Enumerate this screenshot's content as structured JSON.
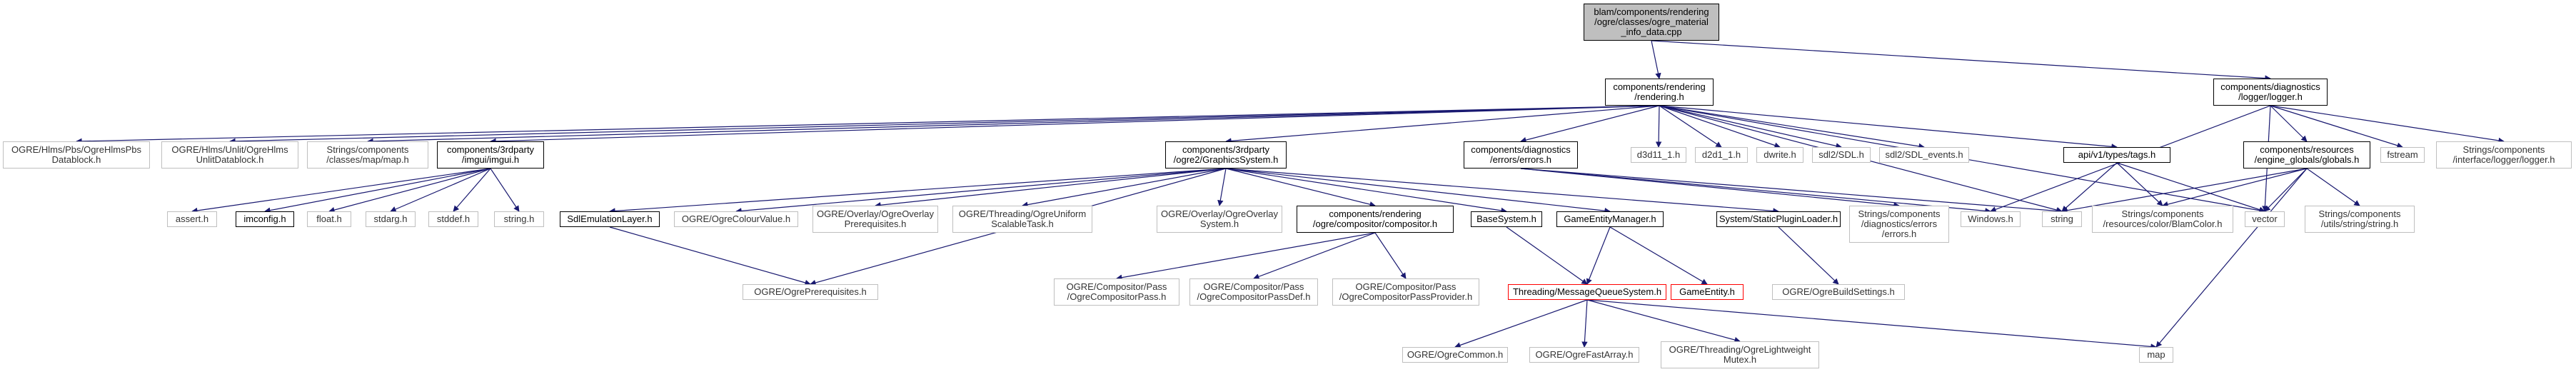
{
  "colors": {
    "edge": "#191970",
    "root_fill": "#bfbfbf",
    "plain_border": "#bfbfbf",
    "documented_border": "#000000",
    "red_border": "#ff0000"
  },
  "nodes": {
    "root": "blam/components/rendering\n/ogre/classes/ogre_material\n_info_data.cpp",
    "rendering_h": "components/rendering\n/rendering.h",
    "logger_h": "components/diagnostics\n/logger/logger.h",
    "hlms_pbs": "OGRE/Hlms/Pbs/OgreHlmsPbs\nDatablock.h",
    "hlms_unlit": "OGRE/Hlms/Unlit/OgreHlms\nUnlitDatablock.h",
    "map_h": "Strings/components\n/classes/map/map.h",
    "imgui_h": "components/3rdparty\n/imgui/imgui.h",
    "graphics_system": "components/3rdparty\n/ogre2/GraphicsSystem.h",
    "errors_h": "components/diagnostics\n/errors/errors.h",
    "d3d11_1": "d3d11_1.h",
    "d2d1_1": "d2d1_1.h",
    "dwrite": "dwrite.h",
    "sdl2_sdl": "sdl2/SDL.h",
    "sdl2_events": "sdl2/SDL_events.h",
    "tags_h": "api/v1/types/tags.h",
    "globals_h": "components/resources\n/engine_globals/globals.h",
    "fstream": "fstream",
    "strings_logger": "Strings/components\n/interface/logger/logger.h",
    "assert_h": "assert.h",
    "imconfig_h": "imconfig.h",
    "float_h": "float.h",
    "stdarg_h": "stdarg.h",
    "stddef_h": "stddef.h",
    "string_h": "string.h",
    "sdl_emulation": "SdlEmulationLayer.h",
    "colour_value": "OGRE/OgreColourValue.h",
    "overlay_prereq": "OGRE/Overlay/OgreOverlay\nPrerequisites.h",
    "uniform_task": "OGRE/Threading/OgreUniform\nScalableTask.h",
    "overlay_system": "OGRE/Overlay/OgreOverlay\nSystem.h",
    "compositor_h": "components/rendering\n/ogre/compositor/compositor.h",
    "base_system": "BaseSystem.h",
    "game_entity_manager": "GameEntityManager.h",
    "static_plugin_loader": "System/StaticPluginLoader.h",
    "strings_errors": "Strings/components\n/diagnostics/errors\n/errors.h",
    "windows_h": "Windows.h",
    "string": "string",
    "blam_color": "Strings/components\n/resources/color/BlamColor.h",
    "vector": "vector",
    "string_utils": "Strings/components\n/utils/string/string.h",
    "ogre_prereq": "OGRE/OgrePrerequisites.h",
    "comp_pass": "OGRE/Compositor/Pass\n/OgreCompositorPass.h",
    "comp_pass_def": "OGRE/Compositor/Pass\n/OgreCompositorPassDef.h",
    "comp_pass_provider": "OGRE/Compositor/Pass\n/OgreCompositorPassProvider.h",
    "message_queue": "Threading/MessageQueueSystem.h",
    "game_entity": "GameEntity.h",
    "build_settings": "OGRE/OgreBuildSettings.h",
    "ogre_common": "OGRE/OgreCommon.h",
    "fast_array": "OGRE/OgreFastArray.h",
    "lightweight_mutex": "OGRE/Threading/OgreLightweight\nMutex.h",
    "map": "map"
  }
}
